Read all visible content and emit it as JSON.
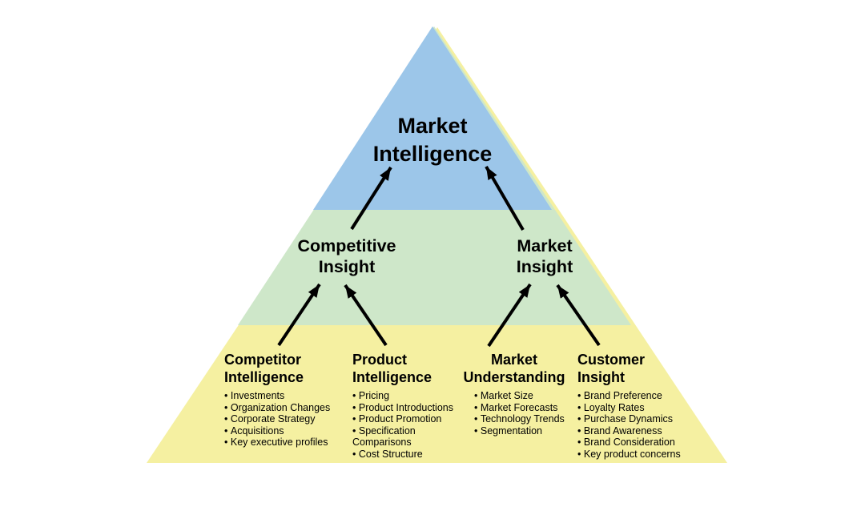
{
  "colors": {
    "tier_top": "#9CC6E9",
    "tier_middle": "#CEE7C9",
    "tier_bottom": "#F5F0A1",
    "arrow": "#000000",
    "text": "#000000",
    "background": "#FFFFFF"
  },
  "pyramid": {
    "top": {
      "label": "Market Intelligence",
      "lines": [
        "Market",
        "Intelligence"
      ]
    },
    "middle": [
      {
        "label": "Competitive Insight",
        "lines": [
          "Competitive",
          "Insight"
        ]
      },
      {
        "label": "Market Insight",
        "lines": [
          "Market",
          "Insight"
        ]
      }
    ],
    "bottom": {
      "groups": [
        {
          "label": "Competitor Intelligence",
          "heading_lines": [
            "Competitor",
            "Intelligence"
          ],
          "items": [
            "Investments",
            "Organization Changes",
            "Corporate Strategy",
            "Acquisitions",
            "Key executive profiles"
          ]
        },
        {
          "label": "Product Intelligence",
          "heading_lines": [
            "Product",
            "Intelligence"
          ],
          "items": [
            "Pricing",
            "Product Introductions",
            "Product Promotion",
            "Specification Comparisons",
            "Cost Structure"
          ]
        },
        {
          "label": "Market Understanding",
          "heading_lines": [
            "Market",
            "Understanding"
          ],
          "items": [
            "Market Size",
            "Market Forecasts",
            "Technology Trends",
            "Segmentation"
          ]
        },
        {
          "label": "Customer Insight",
          "heading_lines": [
            "Customer",
            "Insight"
          ],
          "items": [
            "Brand Preference",
            "Loyalty Rates",
            "Purchase Dynamics",
            "Brand Awareness",
            "Brand Consideration",
            "Key product concerns"
          ]
        }
      ]
    }
  }
}
